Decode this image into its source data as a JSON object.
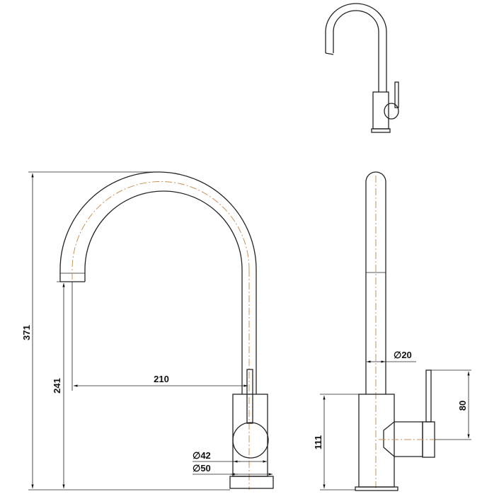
{
  "drawing": {
    "dimensions": {
      "overall_height": "371",
      "spout_height": "241",
      "spout_reach": "210",
      "body_diameter": "42",
      "base_diameter": "50",
      "riser_diameter": "20",
      "lever_height": "80",
      "body_height": "111",
      "diameter_symbol": "∅"
    },
    "colors": {
      "line": "#222222",
      "centerline": "#c8925a"
    }
  }
}
